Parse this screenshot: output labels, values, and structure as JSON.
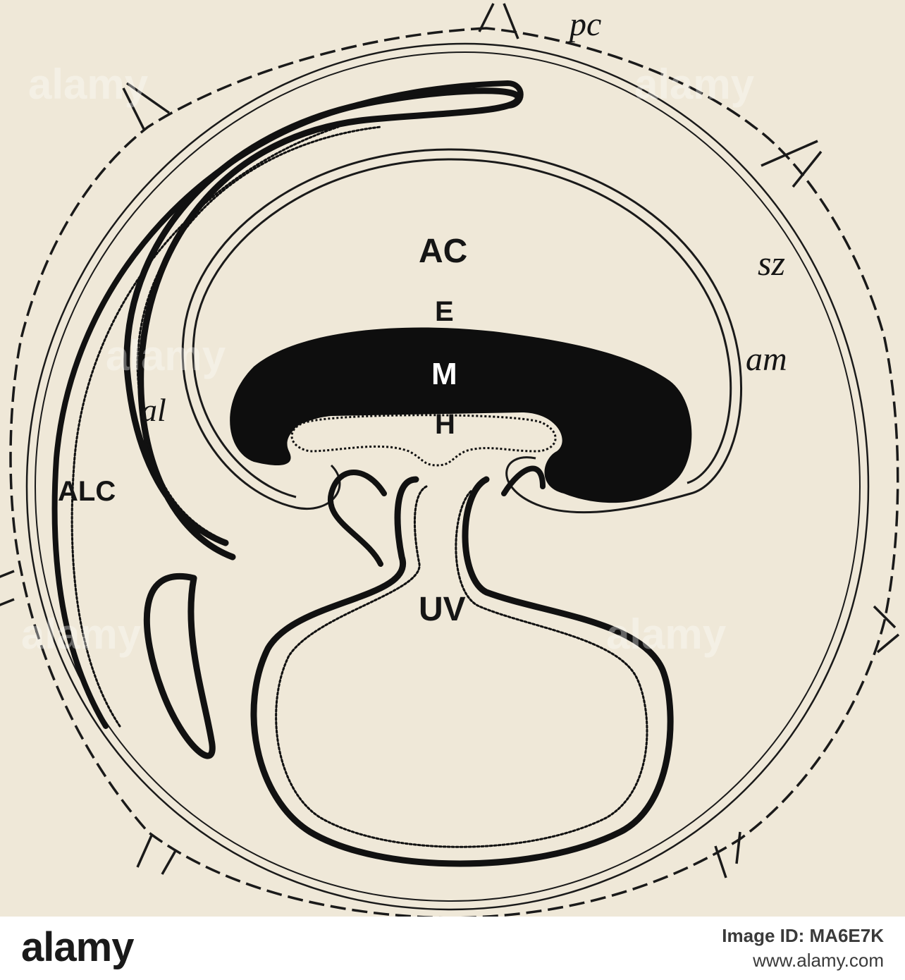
{
  "figure": {
    "labels": {
      "ac": "AC",
      "e": "E",
      "m": "M",
      "h": "H",
      "alc": "ALC",
      "uv": "UV",
      "al": "al",
      "am": "am",
      "sz": "sz",
      "pc": "pc"
    },
    "watermark": "alamy"
  },
  "footer": {
    "logo": "alamy",
    "image_id": "Image ID: MA6E7K",
    "url": "www.alamy.com"
  },
  "colors": {
    "paper": "#efe8d8",
    "ink": "#151515",
    "footer_bg": "#ffffff"
  }
}
